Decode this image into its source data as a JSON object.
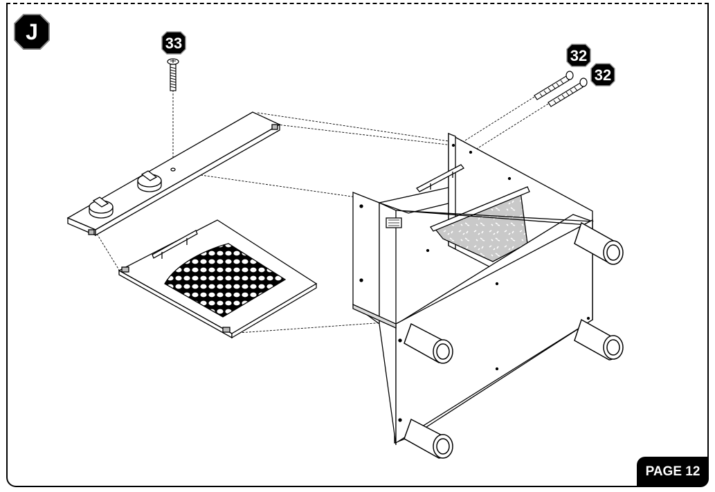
{
  "step": {
    "letter": "J"
  },
  "callouts": {
    "screw_top": "33",
    "screw_right_a": "32",
    "screw_right_b": "32"
  },
  "footer": {
    "page_label": "PAGE 12"
  }
}
